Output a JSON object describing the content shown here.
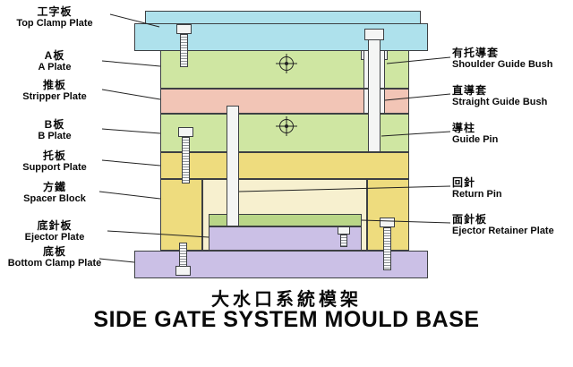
{
  "diagram_title": {
    "zh": "大水口系統模架",
    "en": "SIDE GATE SYSTEM MOULD BASE"
  },
  "left_labels": [
    {
      "zh": "工字板",
      "en": "Top Clamp Plate"
    },
    {
      "zh": "A板",
      "en": "A Plate"
    },
    {
      "zh": "推板",
      "en": "Stripper Plate"
    },
    {
      "zh": "B板",
      "en": "B Plate"
    },
    {
      "zh": "托板",
      "en": "Support Plate"
    },
    {
      "zh": "方鐵",
      "en": "Spacer Block"
    },
    {
      "zh": "底針板",
      "en": "Ejector Plate"
    },
    {
      "zh": "底板",
      "en": "Bottom Clamp Plate"
    }
  ],
  "right_labels": [
    {
      "zh": "有托導套",
      "en": "Shoulder Guide Bush"
    },
    {
      "zh": "直導套",
      "en": "Straight Guide Bush"
    },
    {
      "zh": "導柱",
      "en": "Guide Pin"
    },
    {
      "zh": "回針",
      "en": "Return Pin"
    },
    {
      "zh": "面針板",
      "en": "Ejector Retainer Plate"
    }
  ],
  "colors": {
    "top-clamp-plate": "#aee1ec",
    "ab-plate": "#cfe6a2",
    "stripper-plate": "#f2c5b6",
    "support-plate": "#eedc7e",
    "spacer-block": "#eedc7e",
    "cavity": "#f7f0cf",
    "retainer-plate": "#b9d687",
    "ejector-plate": "#cbc0e6",
    "bottom-clamp-plate": "#cbc0e6",
    "metal": "#f4f5f4",
    "outline": "#3d4043"
  }
}
